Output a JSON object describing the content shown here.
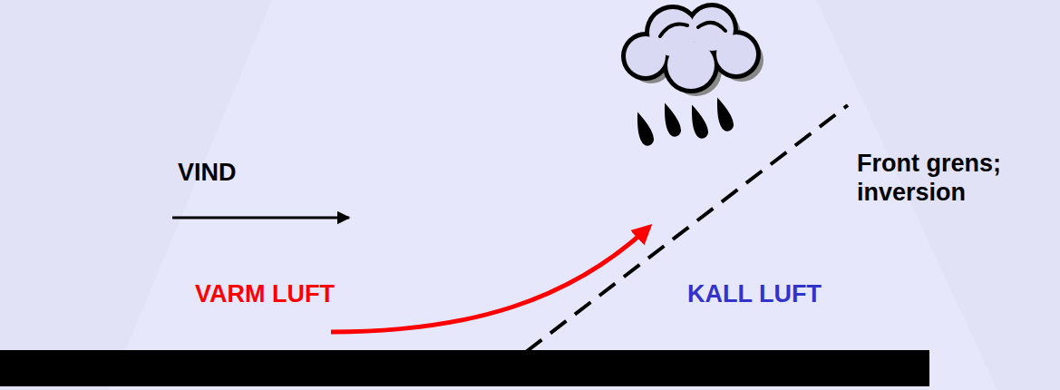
{
  "diagram": {
    "labels": [
      "VIND",
      "VARM LUFT",
      "KALL LUFT",
      "Front grens; inversion"
    ]
  }
}
